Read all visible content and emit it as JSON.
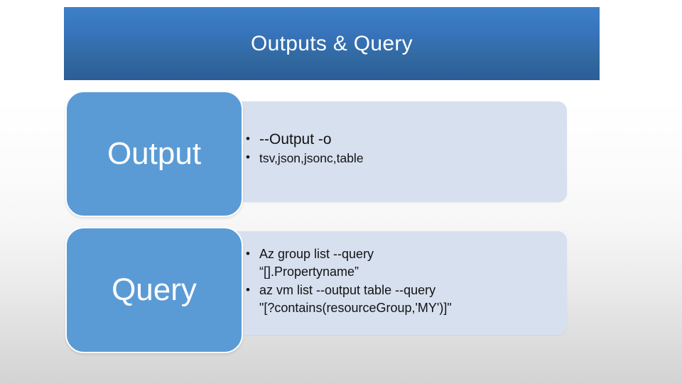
{
  "slide": {
    "title": "Outputs & Query",
    "colors": {
      "banner_top": "#3d80c8",
      "banner_bottom": "#2c5d98",
      "chip_blue": "#5b9bd5",
      "panel_light": "#d7e0ef",
      "title_text": "#ffffff",
      "body_text": "#131313",
      "background_top": "#ffffff",
      "background_bottom": "#d3d3d3"
    }
  },
  "rows": [
    {
      "label": "Output",
      "bullets": [
        {
          "main": "--Output -o",
          "sub": null
        },
        {
          "main": "tsv,json,jsonc,table",
          "sub": null
        }
      ]
    },
    {
      "label": "Query",
      "bullets": [
        {
          "main": "Az group list --query",
          "sub": "“[].Propertyname”"
        },
        {
          "main": "az vm list --output table --query",
          "sub": "\"[?contains(resourceGroup,'MY')]\""
        }
      ]
    }
  ]
}
